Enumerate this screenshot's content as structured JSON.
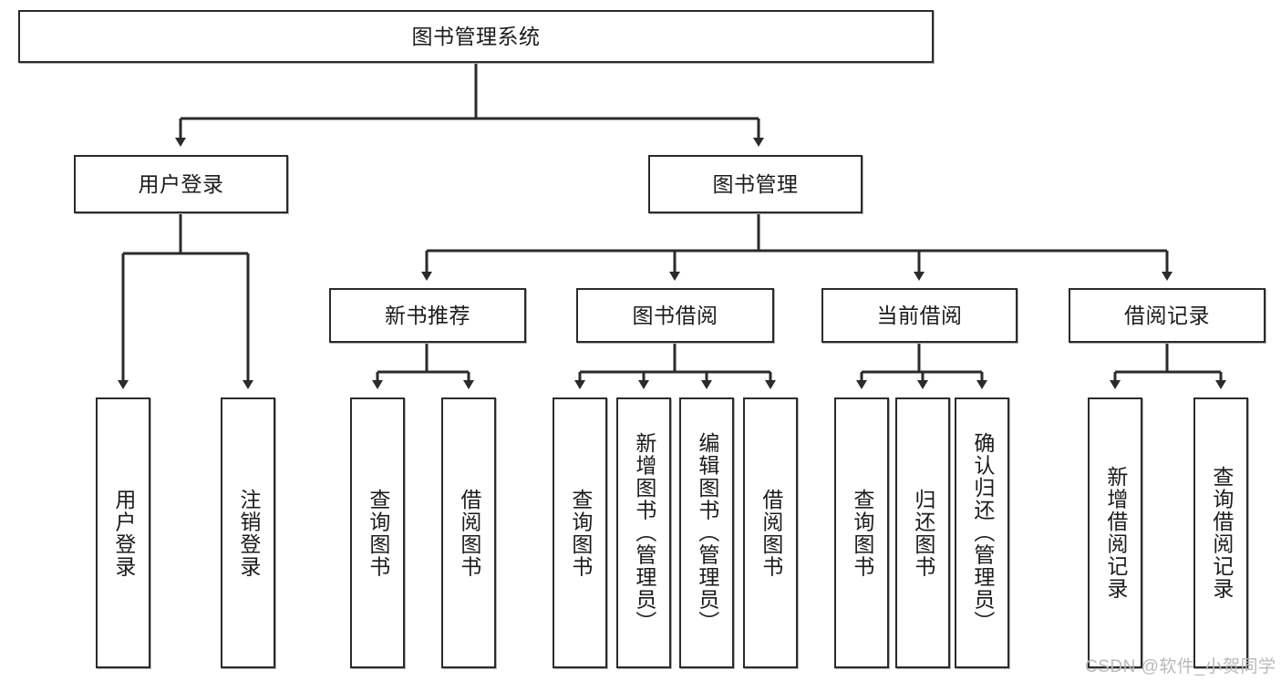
{
  "diagram": {
    "title_node": {
      "label": "图书管理系统"
    },
    "level2": [
      {
        "label": "用户登录"
      },
      {
        "label": "图书管理"
      }
    ],
    "level3": [
      {
        "label": "新书推荐"
      },
      {
        "label": "图书借阅"
      },
      {
        "label": "当前借阅"
      },
      {
        "label": "借阅记录"
      }
    ],
    "leaves": {
      "user_login": [
        {
          "label": "用户登录"
        },
        {
          "label": "注销登录"
        }
      ],
      "new_book_recommend": [
        {
          "label": "查询图书"
        },
        {
          "label": "借阅图书"
        }
      ],
      "book_borrow": [
        {
          "label": "查询图书"
        },
        {
          "label": "新增图书（管理员）"
        },
        {
          "label": "编辑图书（管理员）"
        },
        {
          "label": "借阅图书"
        }
      ],
      "current_borrow": [
        {
          "label": "查询图书"
        },
        {
          "label": "归还图书"
        },
        {
          "label": "确认归还（管理员）"
        }
      ],
      "borrow_record": [
        {
          "label": "新增借阅记录"
        },
        {
          "label": "查询借阅记录"
        }
      ]
    }
  },
  "watermark": {
    "text": "CSDN @软件_小贺同学"
  },
  "colors": {
    "stroke": "#2b2b2b",
    "box_fill": "#ffffff",
    "text": "#1b1b1b",
    "watermark": "#b9b9b9"
  }
}
